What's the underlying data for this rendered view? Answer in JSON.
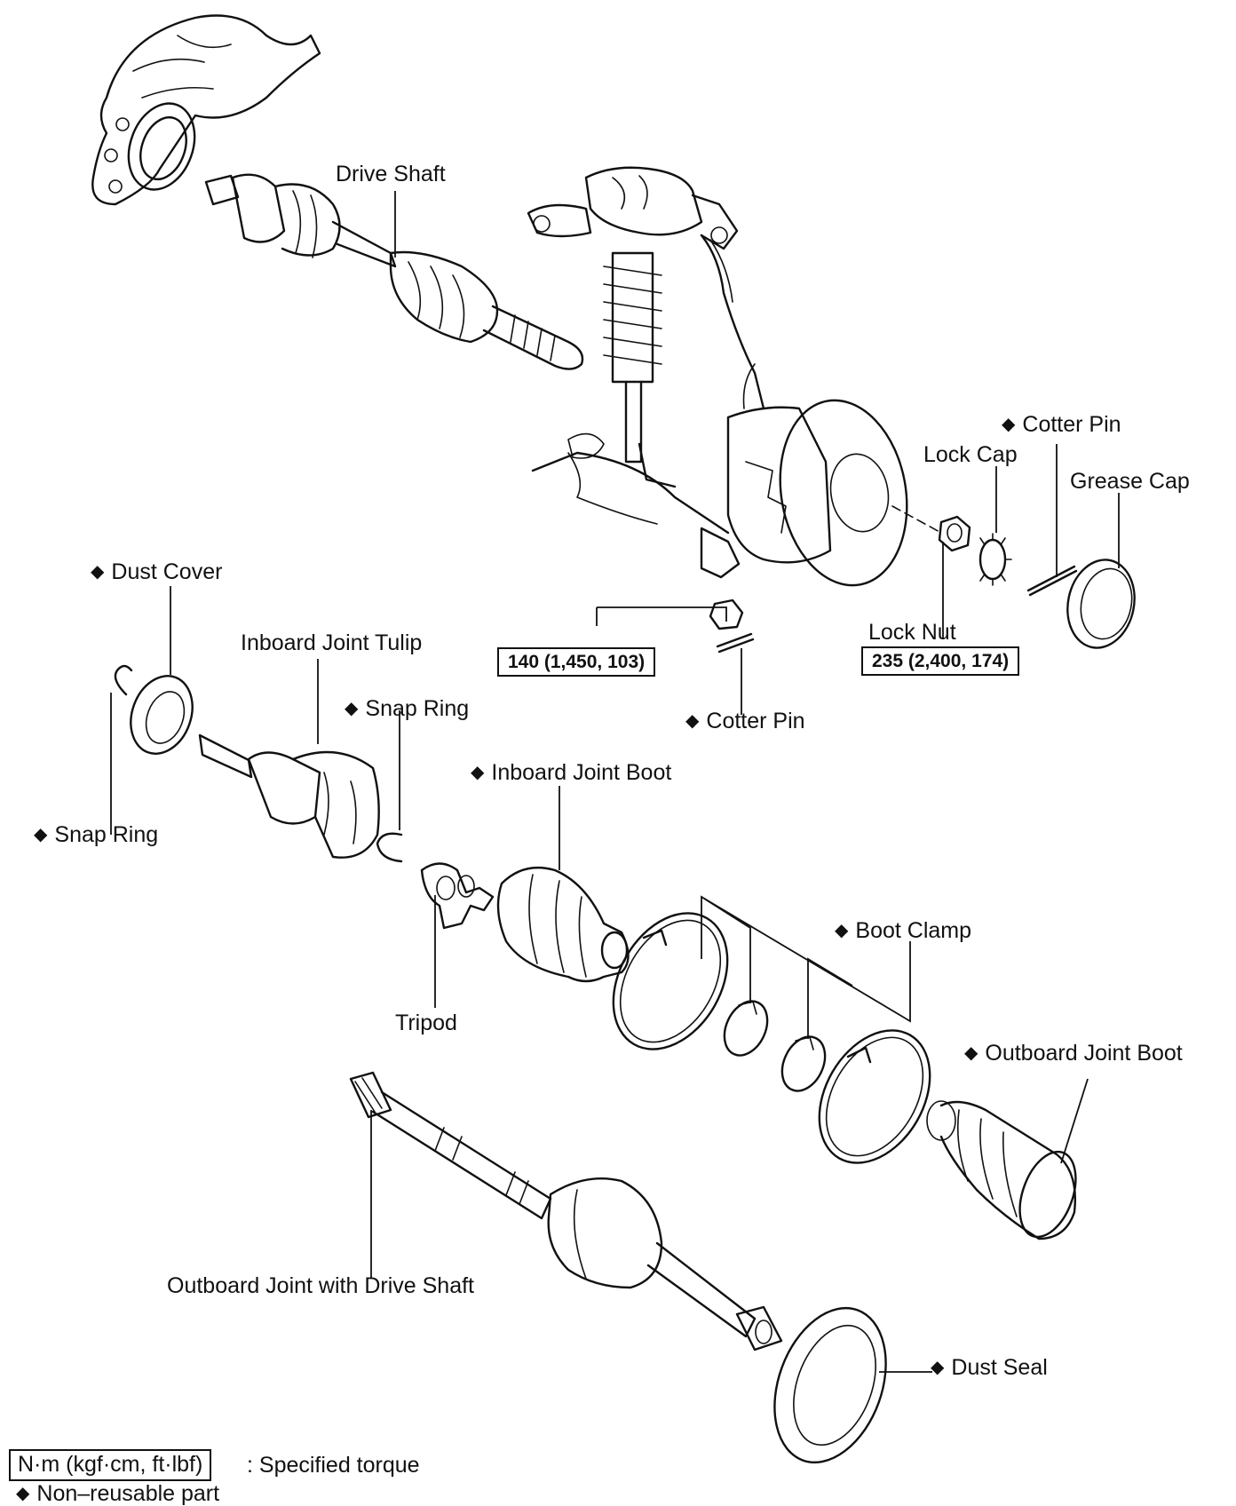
{
  "labels": {
    "drive_shaft": "Drive Shaft",
    "cotter_pin_top": "Cotter Pin",
    "lock_cap": "Lock Cap",
    "grease_cap": "Grease Cap",
    "dust_cover": "Dust Cover",
    "inboard_joint_tulip": "Inboard Joint Tulip",
    "snap_ring_right": "Snap Ring",
    "snap_ring_left": "Snap Ring",
    "lock_nut": "Lock Nut",
    "cotter_pin_bottom": "Cotter Pin",
    "inboard_joint_boot": "Inboard Joint Boot",
    "boot_clamp": "Boot Clamp",
    "tripod": "Tripod",
    "outboard_joint_boot": "Outboard Joint Boot",
    "outboard_joint_with_drive_shaft": "Outboard Joint with Drive Shaft",
    "dust_seal": "Dust Seal"
  },
  "torque": {
    "lower_ball_joint_nut": "140 (1,450, 103)",
    "lock_nut": "235 (2,400, 174)"
  },
  "legend": {
    "unit_box": "N·m (kgf·cm, ft·lbf)",
    "unit_text": ": Specified torque",
    "non_reusable_symbol": "◆",
    "non_reusable_text": "Non–reusable part"
  },
  "non_reusable_marker": "◆"
}
